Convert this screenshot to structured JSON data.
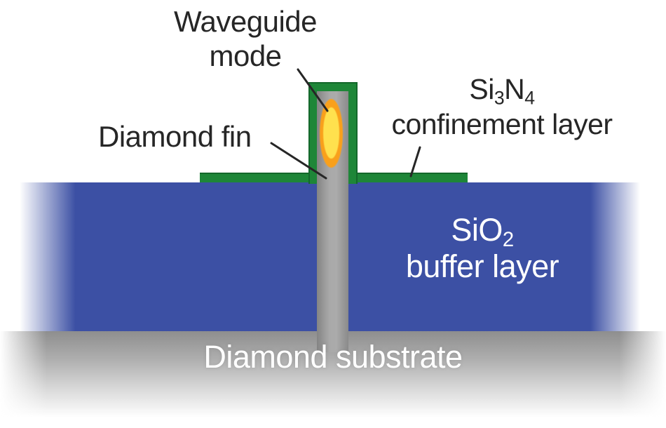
{
  "figure": {
    "type": "cross-section schematic of a diamond fin waveguide",
    "labels": {
      "waveguide_mode": {
        "line1": "Waveguide",
        "line2": "mode"
      },
      "diamond_fin": "Diamond fin",
      "si3n4": {
        "formula": {
          "base1": "Si",
          "sub1": "3",
          "base2": "N",
          "sub2": "4"
        },
        "line2": "confinement layer"
      },
      "sio2": {
        "formula": {
          "base": "SiO",
          "sub": "2"
        },
        "line2": "buffer layer"
      },
      "diamond_substrate": "Diamond substrate"
    }
  },
  "colors": {
    "buffer-blue": "#3C50A4",
    "nitride-green": "#1E8638",
    "nitride-green-dark": "#14672B",
    "substrate-gray": "#8E8E8E",
    "mode-orange": "#F9A01B",
    "mode-yellow": "#FFE14E",
    "label-dark": "#262626",
    "label-light": "#FFFFFF"
  }
}
